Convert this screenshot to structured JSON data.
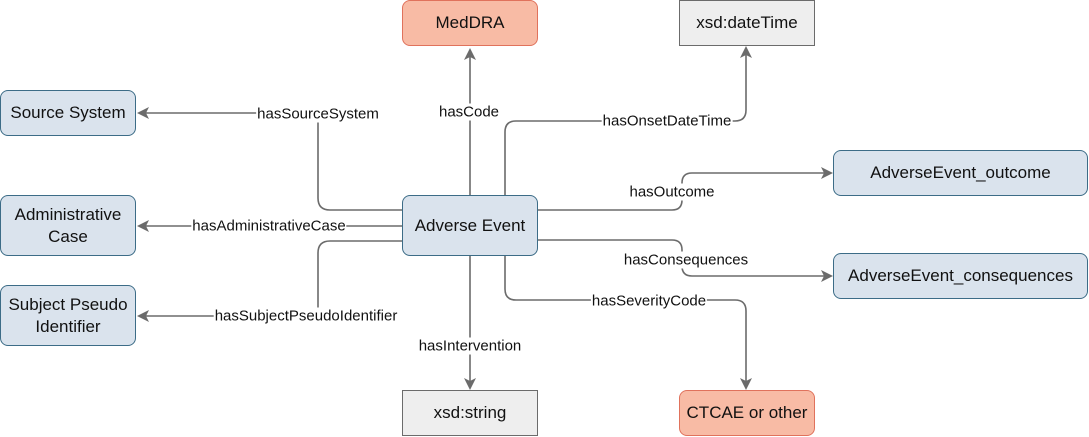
{
  "diagram": {
    "center": {
      "id": "adverse_event",
      "label": "Adverse Event",
      "style": "entity"
    },
    "nodes": [
      {
        "id": "meddra",
        "label": "MedDRA",
        "style": "code-system"
      },
      {
        "id": "datetime",
        "label": "xsd:dateTime",
        "style": "datatype"
      },
      {
        "id": "source_system",
        "label": "Source System",
        "style": "entity"
      },
      {
        "id": "admin_case",
        "label": "Administrative Case",
        "style": "entity"
      },
      {
        "id": "subject_pseudo",
        "label": "Subject Pseudo Identifier",
        "style": "entity"
      },
      {
        "id": "outcome",
        "label": "AdverseEvent_outcome",
        "style": "entity"
      },
      {
        "id": "consequences",
        "label": "AdverseEvent_consequences",
        "style": "entity"
      },
      {
        "id": "string",
        "label": "xsd:string",
        "style": "datatype"
      },
      {
        "id": "ctcae",
        "label": "CTCAE or other",
        "style": "code-system"
      }
    ],
    "edges": [
      {
        "from": "adverse_event",
        "to": "meddra",
        "label": "hasCode"
      },
      {
        "from": "adverse_event",
        "to": "datetime",
        "label": "hasOnsetDateTime"
      },
      {
        "from": "adverse_event",
        "to": "source_system",
        "label": "hasSourceSystem"
      },
      {
        "from": "adverse_event",
        "to": "admin_case",
        "label": "hasAdministrativeCase"
      },
      {
        "from": "adverse_event",
        "to": "subject_pseudo",
        "label": "hasSubjectPseudoIdentifier"
      },
      {
        "from": "adverse_event",
        "to": "outcome",
        "label": "hasOutcome"
      },
      {
        "from": "adverse_event",
        "to": "consequences",
        "label": "hasConsequences"
      },
      {
        "from": "adverse_event",
        "to": "string",
        "label": "hasIntervention"
      },
      {
        "from": "adverse_event",
        "to": "ctcae",
        "label": "hasSeverityCode"
      }
    ],
    "colors": {
      "entity_fill": "#dae3ed",
      "entity_stroke": "#3c6c87",
      "code_fill": "#f8bba5",
      "code_stroke": "#e0725c",
      "datatype_fill": "#eeeeee",
      "datatype_stroke": "#6b6b6b",
      "edge": "#6b6b6b"
    }
  }
}
